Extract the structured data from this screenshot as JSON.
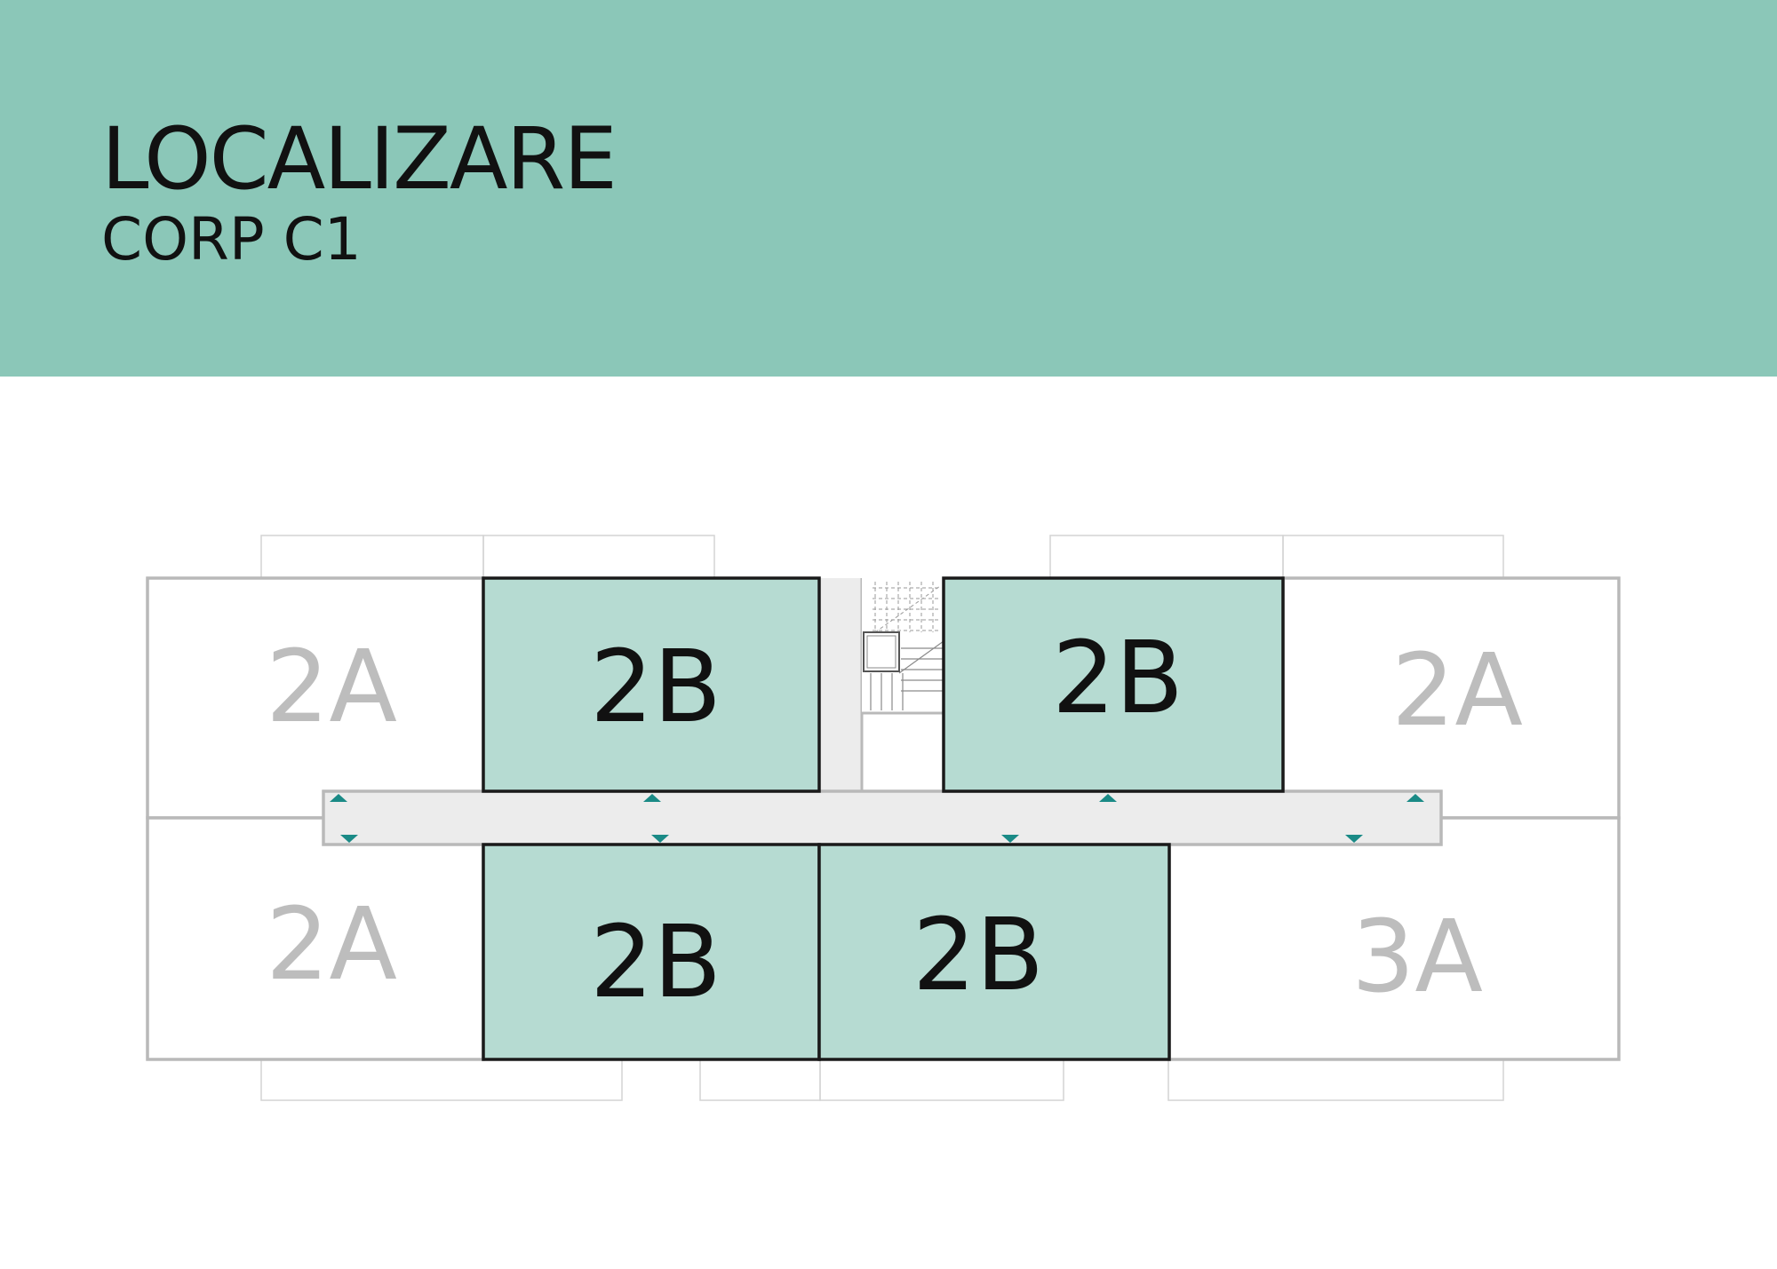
{
  "header": {
    "title": "LOCALIZARE",
    "subtitle": "CORP C1"
  },
  "colors": {
    "header_bg": "#8bc7b8",
    "highlight_fill": "#b6dbd2",
    "highlight_stroke": "#1a1a1a",
    "inactive_stroke": "#b9b9b9",
    "inactive_text": "#bdbdbd",
    "corridor_fill": "#ececec",
    "entrance_marker": "#1a8a86"
  },
  "plan": {
    "units": [
      {
        "id": "top-left-2a",
        "label": "2A",
        "highlighted": false
      },
      {
        "id": "top-center-left-2b",
        "label": "2B",
        "highlighted": true
      },
      {
        "id": "top-center-right-2b",
        "label": "2B",
        "highlighted": true
      },
      {
        "id": "top-right-2a",
        "label": "2A",
        "highlighted": false
      },
      {
        "id": "bottom-left-2a",
        "label": "2A",
        "highlighted": false
      },
      {
        "id": "bottom-center-left-2b",
        "label": "2B",
        "highlighted": true
      },
      {
        "id": "bottom-center-right-2b",
        "label": "2B",
        "highlighted": true
      },
      {
        "id": "bottom-right-3a",
        "label": "3A",
        "highlighted": false
      }
    ],
    "entrance_icon": "triangle-marker-icon",
    "stair_icon": "staircase-icon"
  }
}
